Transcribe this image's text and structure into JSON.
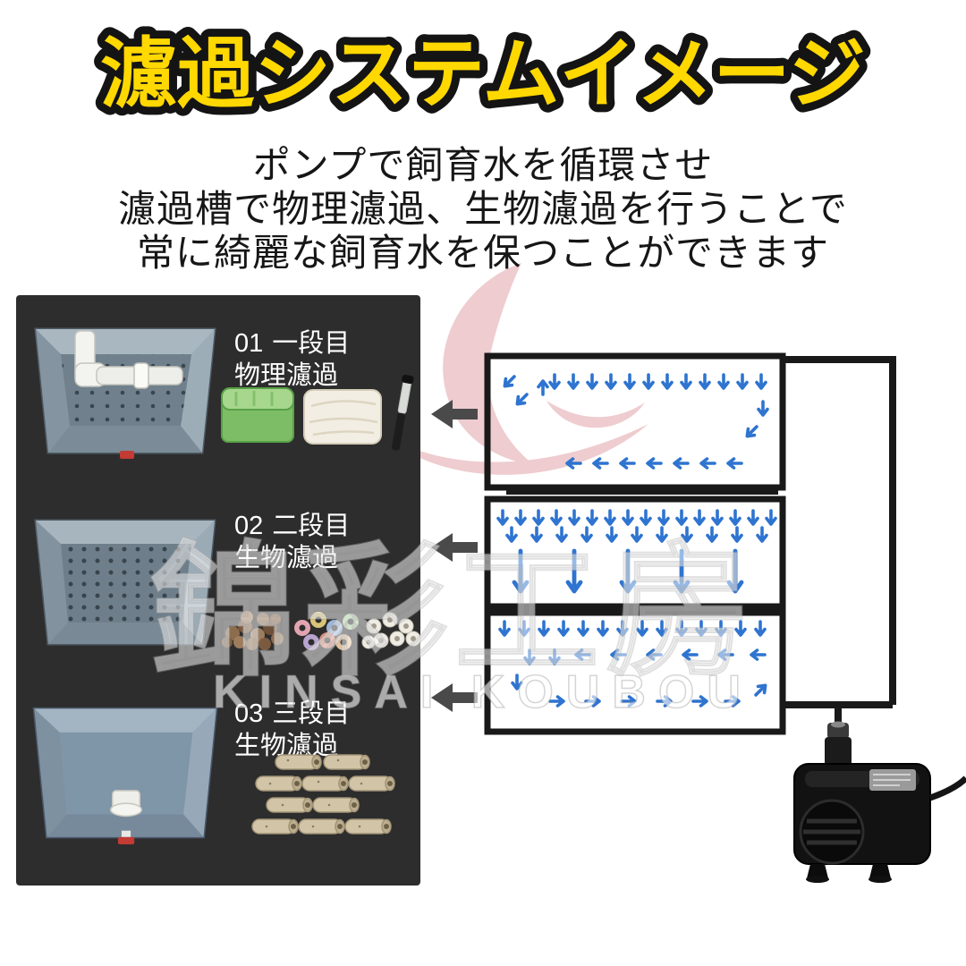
{
  "title": "濾過システムイメージ",
  "description": {
    "line1": "ポンプで飼育水を循環させ",
    "line2": "濾過槽で物理濾過、生物濾過を行うことで",
    "line3": "常に綺麗な飼育水を保つことができます"
  },
  "stages": [
    {
      "number": "01",
      "name": "一段目",
      "type": "物理濾過"
    },
    {
      "number": "02",
      "name": "二段目",
      "type": "生物濾過"
    },
    {
      "number": "03",
      "name": "三段目",
      "type": "生物濾過"
    }
  ],
  "watermark": {
    "jp": "錦彩工房",
    "en": "KINSAI KOUBOU"
  },
  "colors": {
    "title_fill": "#FFD800",
    "title_outline": "#141414",
    "panel_bg": "#2D2D2D",
    "flow_arrow_blue": "#2E74D0",
    "transfer_arrow_gray": "#4A4A4A",
    "tank_outline": "#191919",
    "stage_label_text": "#FFFFFF"
  }
}
